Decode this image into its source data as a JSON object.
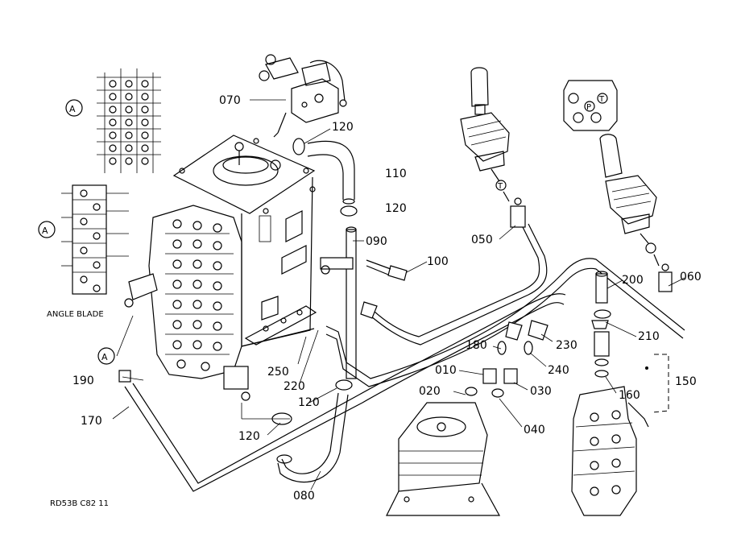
{
  "diagram": {
    "drawing_code": "RD53B C82 11",
    "view_label": "ANGLE BLADE",
    "view_markers": [
      "A",
      "A",
      "A"
    ],
    "joystick_marks": [
      "T",
      "T",
      "P"
    ],
    "parts": [
      "010",
      "020",
      "030",
      "040",
      "050",
      "060",
      "070",
      "080",
      "090",
      "100",
      "110",
      "120",
      "150",
      "160",
      "170",
      "180",
      "190",
      "200",
      "210",
      "220",
      "230",
      "240",
      "250"
    ]
  }
}
